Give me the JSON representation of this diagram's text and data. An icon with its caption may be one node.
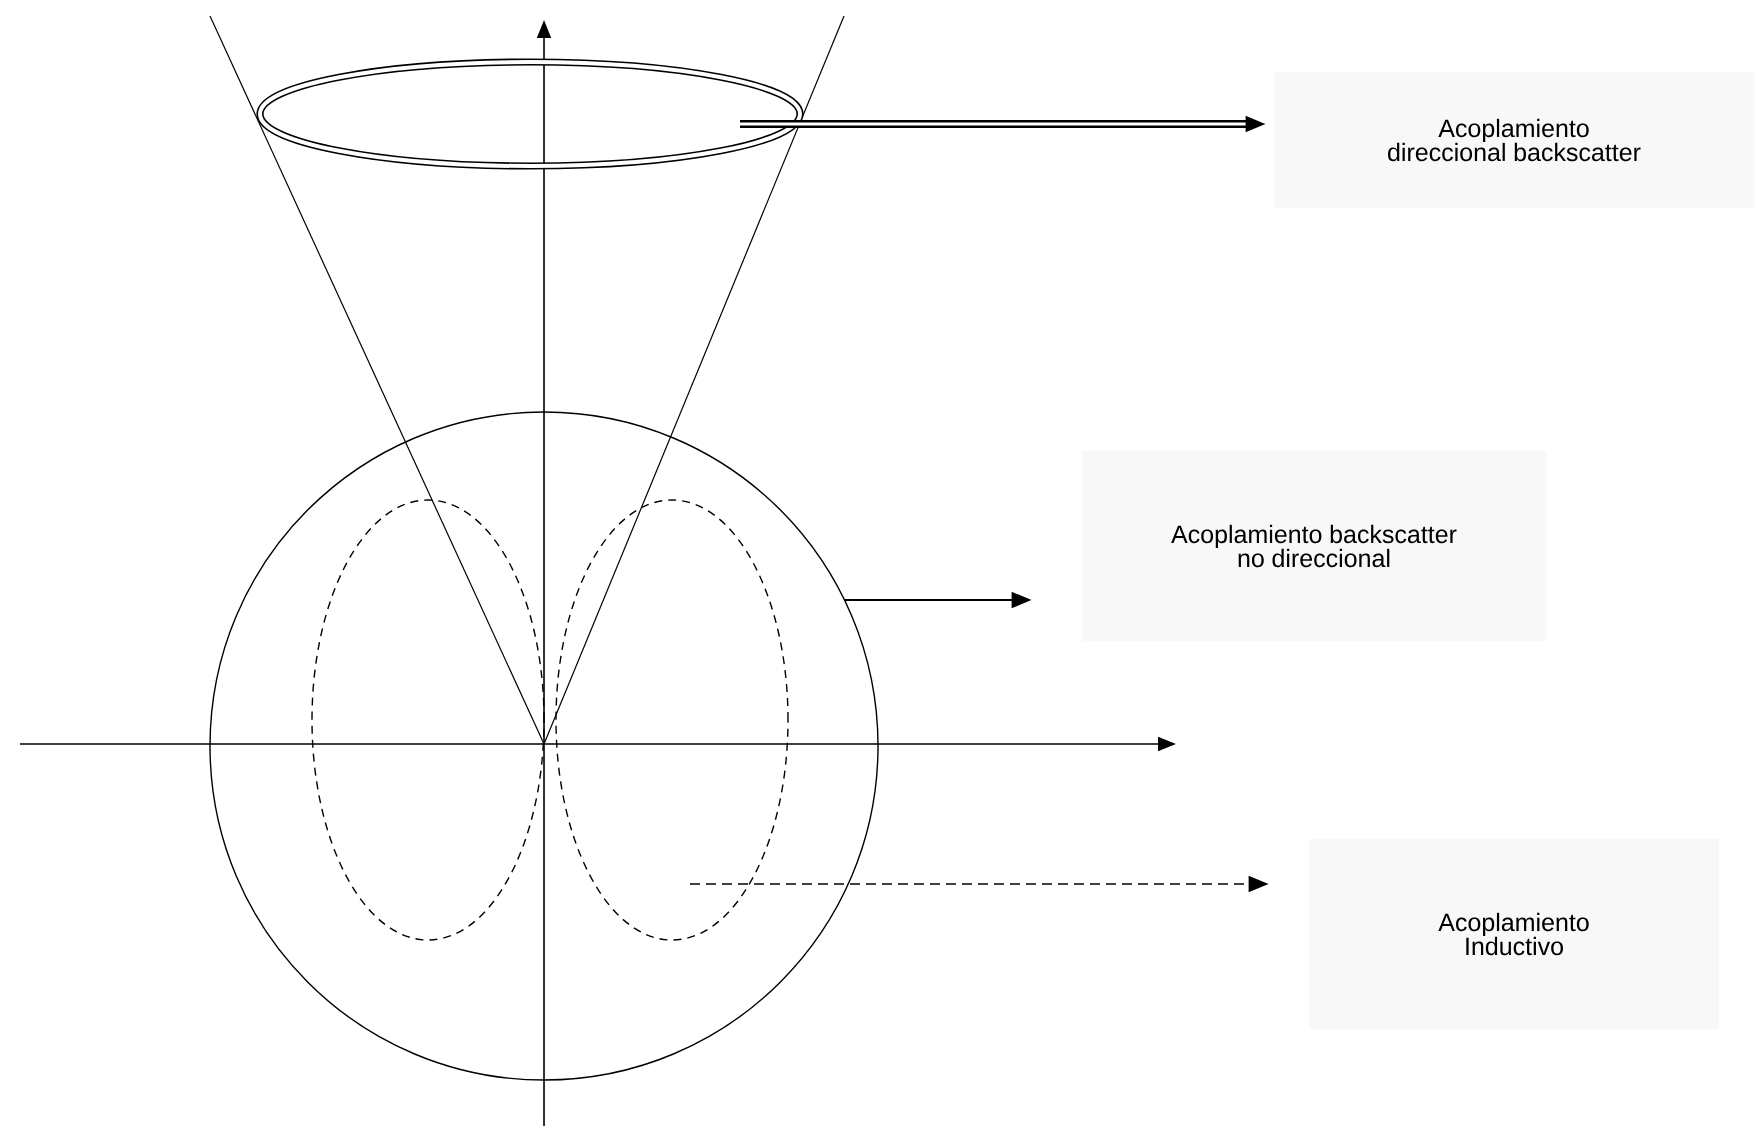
{
  "diagram": {
    "nodes": [
      {
        "text": [],
        "shape": "ellipse"
      },
      {
        "text": [
          "Acoplamiento direccional backscatter"
        ]
      },
      {
        "text": [],
        "shape": "circle"
      },
      {
        "text": [
          "Acoplamiento backscatter no direccional"
        ]
      },
      {
        "text": [],
        "shape": "ellipse",
        "in": 2
      },
      {
        "text": [],
        "shape": "ellipse",
        "in": 2
      },
      {
        "text": [
          "Acoplamiento Inductivo"
        ]
      }
    ],
    "edges": [
      {
        "from": 0,
        "to": 1,
        "arrow": "to",
        "style": "thick"
      },
      {
        "from": 2,
        "to": 3,
        "arrow": "to"
      },
      {
        "from": 5,
        "to": 6,
        "arrow": "to",
        "style": "dashed"
      }
    ]
  }
}
